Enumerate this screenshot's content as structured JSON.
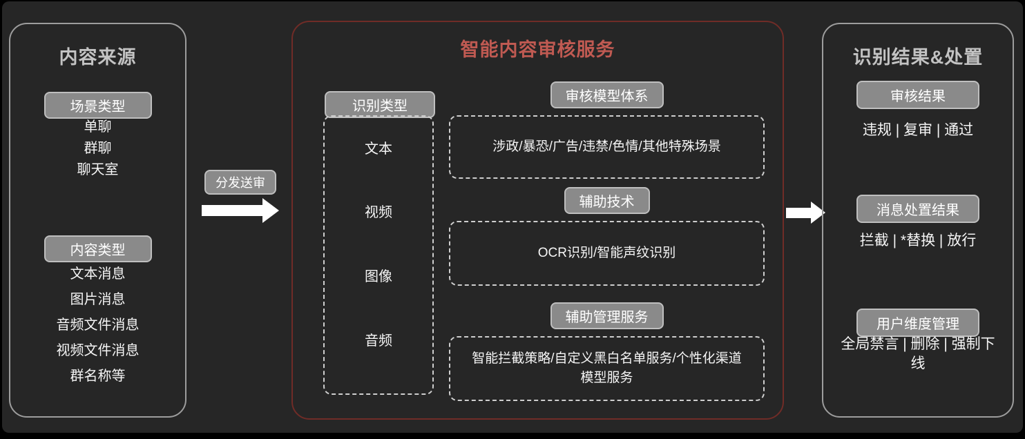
{
  "left_panel": {
    "title": "内容来源",
    "sections": [
      {
        "badge": "场景类型",
        "items": [
          "单聊",
          "群聊",
          "聊天室"
        ]
      },
      {
        "badge": "内容类型",
        "items": [
          "文本消息",
          "图片消息",
          "音频文件消息",
          "视频文件消息",
          "群名称等"
        ]
      }
    ]
  },
  "flow": {
    "arrow1_label": "分发送审"
  },
  "center_panel": {
    "title": "智能内容审核服务",
    "recognition": {
      "badge": "识别类型",
      "items": [
        "文本",
        "视频",
        "图像",
        "音频"
      ]
    },
    "modules": [
      {
        "badge": "审核模型体系",
        "content": "涉政/暴恐/广告/违禁/色情/其他特殊场景"
      },
      {
        "badge": "辅助技术",
        "content": "OCR识别/智能声纹识别"
      },
      {
        "badge": "辅助管理服务",
        "content": "智能拦截策略/自定义黑白名单服务/个性化渠道模型服务"
      }
    ]
  },
  "right_panel": {
    "title": "识别结果&处置",
    "sections": [
      {
        "badge": "审核结果",
        "text": "违规 | 复审 | 通过"
      },
      {
        "badge": "消息处置结果",
        "text": "拦截 | *替换 | 放行"
      },
      {
        "badge": "用户维度管理",
        "text": "全局禁言 | 删除 | 强制下线"
      }
    ]
  },
  "colors": {
    "background": "#262626",
    "accent_red_title": "#c05a52",
    "red_panel_border": "#702c27",
    "gray_panel_border": "#9d9d9d",
    "badge_fill": "#8a8a8a",
    "text_primary": "#f5f5f5"
  }
}
